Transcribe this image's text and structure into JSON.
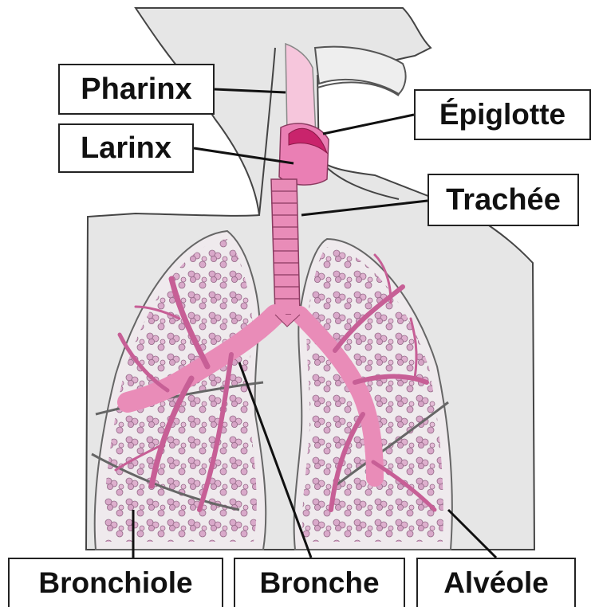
{
  "labels": {
    "pharinx": "Pharinx",
    "larinx": "Larinx",
    "epiglotte": "Épiglotte",
    "trachee": "Trachée",
    "bronchiole": "Bronchiole",
    "bronche": "Bronche",
    "alveole": "Alvéole"
  },
  "colors": {
    "body_fill": "#e6e6e6",
    "outline": "#444444",
    "airway_pink": "#e98cb8",
    "airway_light": "#f6c6dc",
    "larynx_pink": "#ea7fb4",
    "epiglottis_magenta": "#c9246c",
    "alveoli_cluster": "#d9a3c8",
    "lung_fill": "#efeaed"
  }
}
